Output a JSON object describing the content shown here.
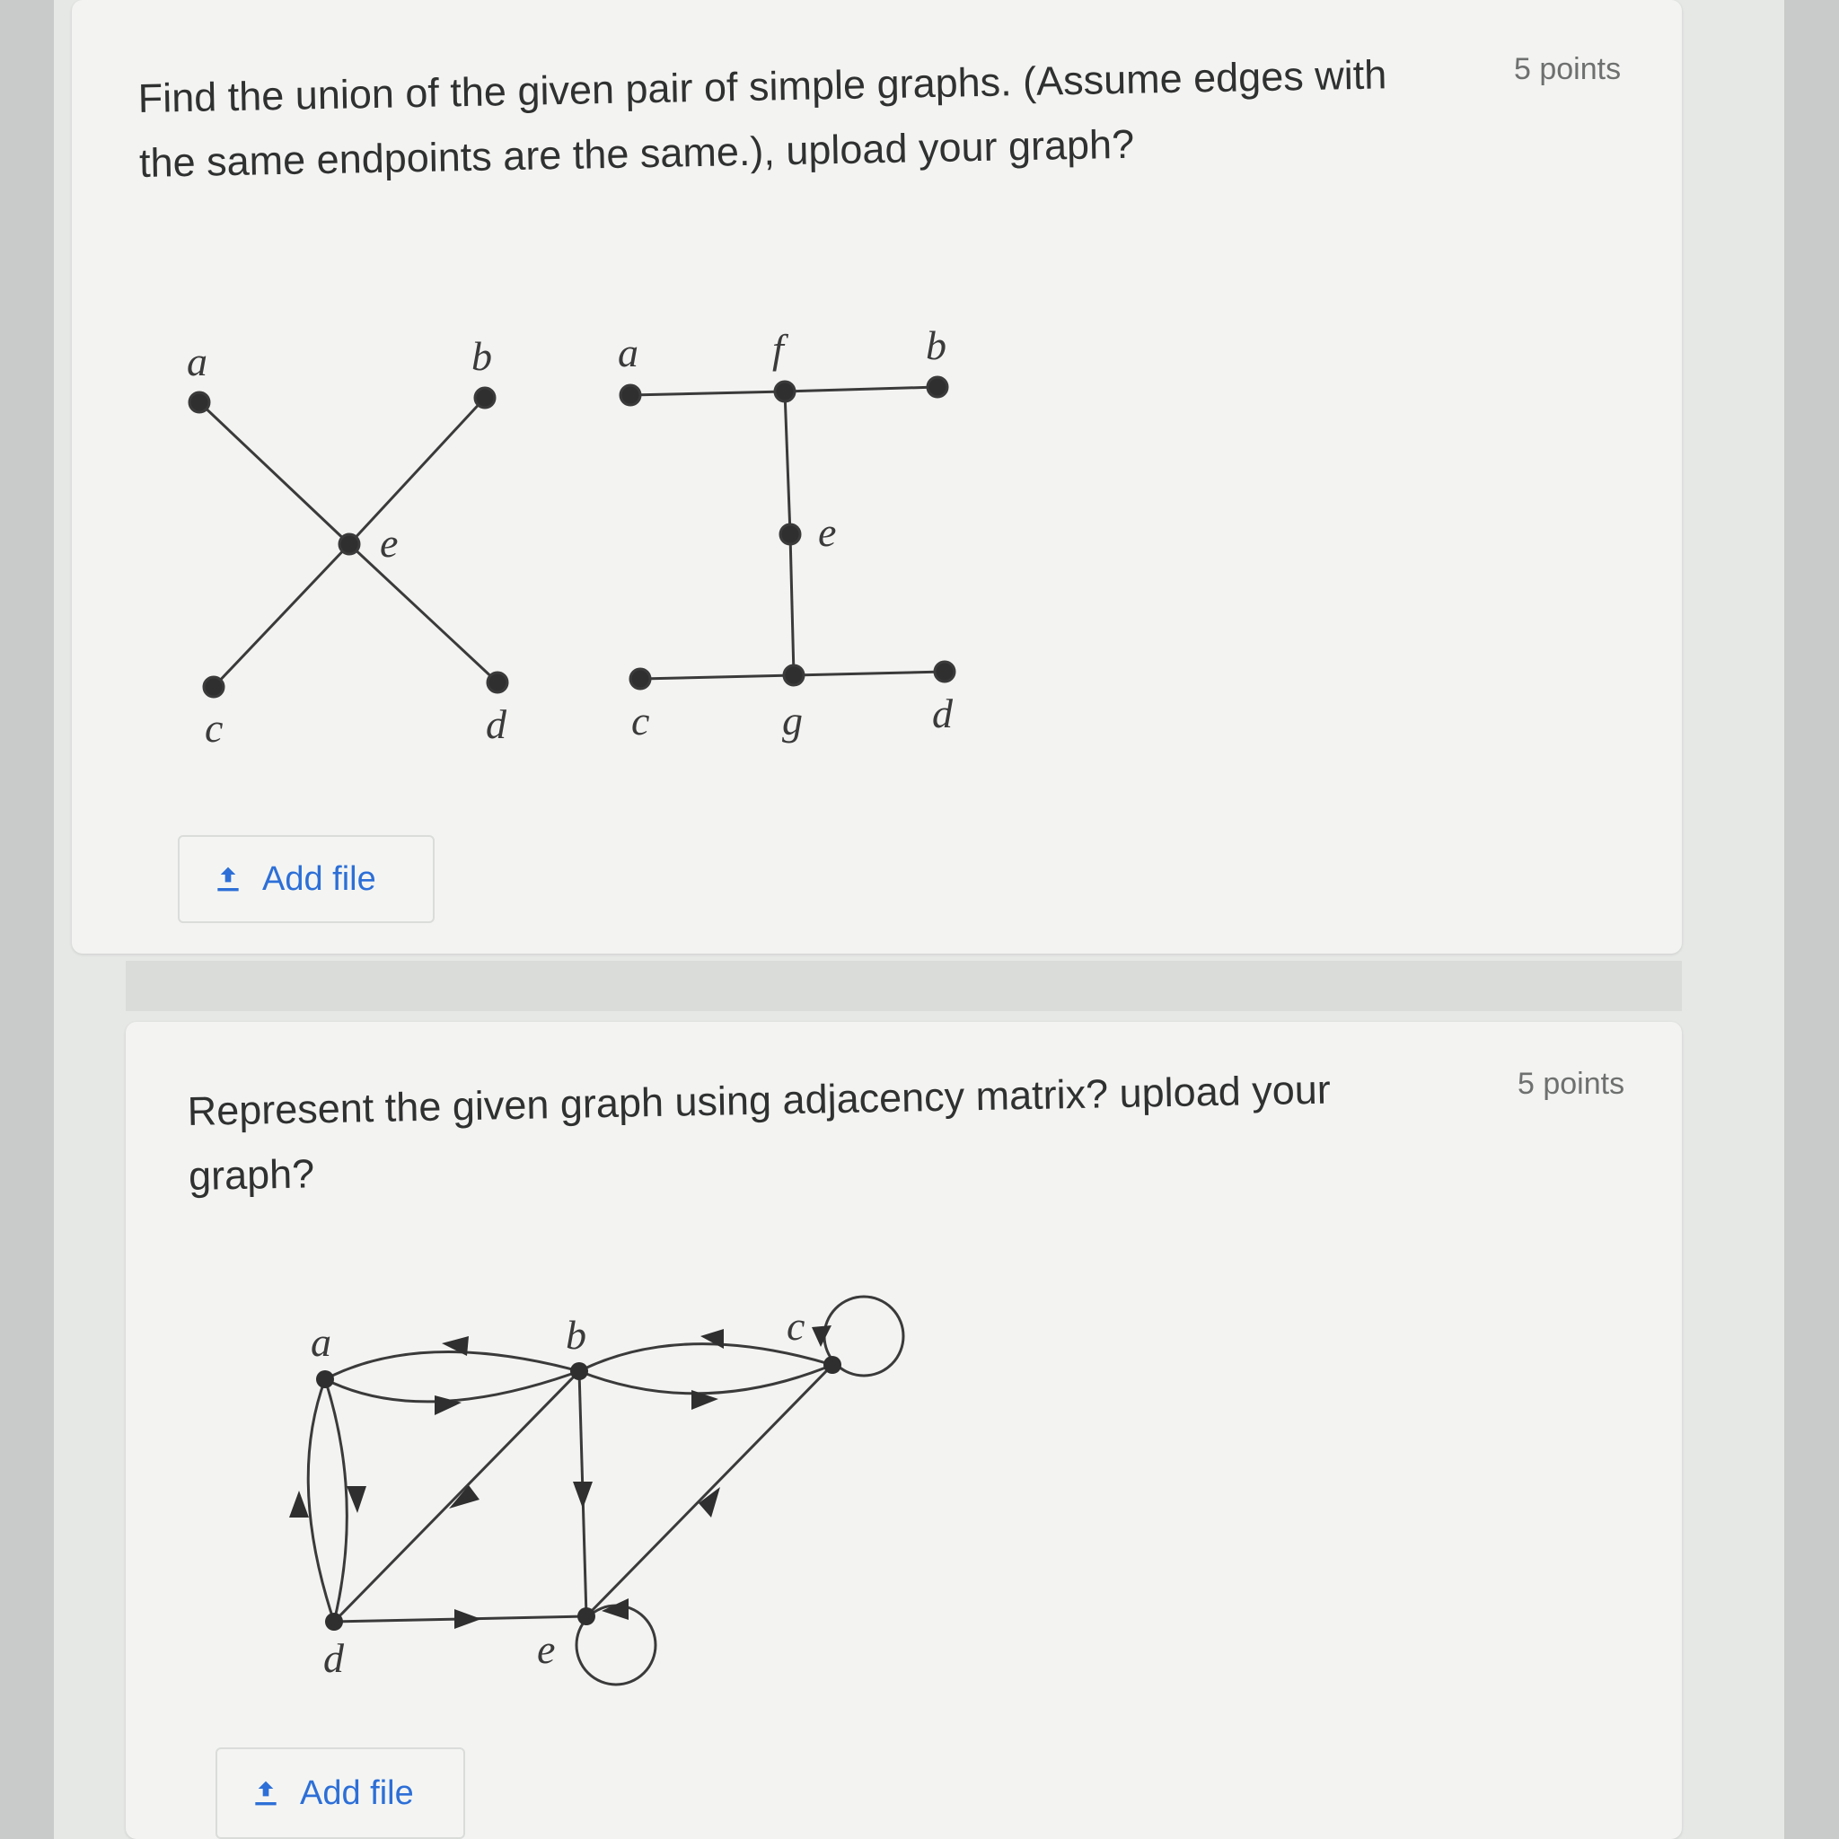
{
  "questions": [
    {
      "text": "Find the union of the given pair of simple graphs. (Assume edges with the same endpoints are the same.), upload your graph?",
      "points": "5 points",
      "add_file_label": "Add file",
      "graph_1": {
        "labels": {
          "a": "a",
          "b": "b",
          "c": "c",
          "d": "d",
          "e": "e"
        }
      },
      "graph_2": {
        "labels": {
          "a": "a",
          "f": "f",
          "b": "b",
          "e": "e",
          "c": "c",
          "g": "g",
          "d": "d"
        }
      }
    },
    {
      "text": "Represent the given graph using adjacency matrix? upload your graph?",
      "points": "5 points",
      "add_file_label": "Add file",
      "graph": {
        "labels": {
          "a": "a",
          "b": "b",
          "c": "c",
          "d": "d",
          "e": "e"
        }
      }
    }
  ],
  "colors": {
    "link": "#2d6fd7",
    "text": "#2f3030",
    "muted": "#6e706f"
  },
  "icons": [
    "upload-icon"
  ]
}
